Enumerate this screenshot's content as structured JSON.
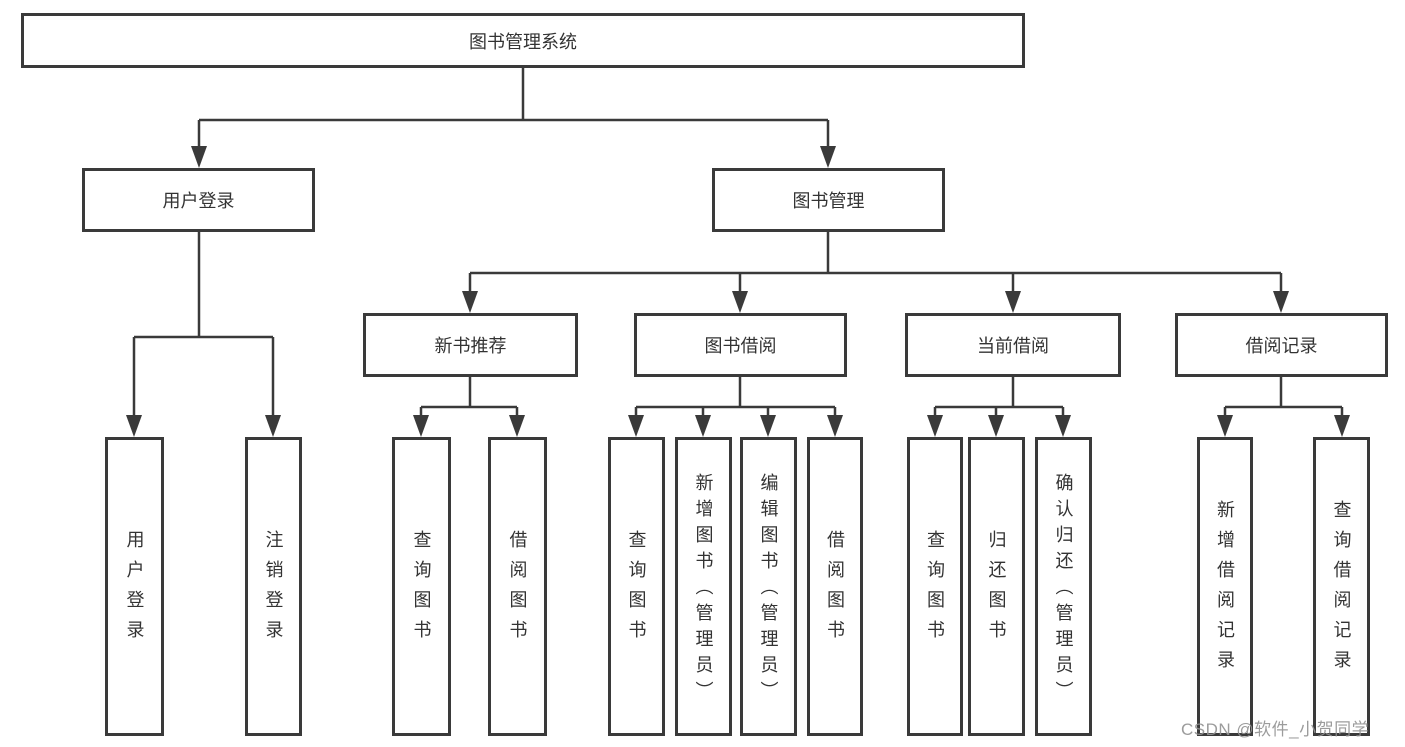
{
  "diagram": {
    "type": "tree",
    "title": "图书管理系统",
    "nodes": {
      "root": {
        "label": "图书管理系统"
      },
      "login": {
        "label": "用户登录"
      },
      "management": {
        "label": "图书管理"
      },
      "newbook": {
        "label": "新书推荐"
      },
      "borrow": {
        "label": "图书借阅"
      },
      "current": {
        "label": "当前借阅"
      },
      "records": {
        "label": "借阅记录"
      },
      "login_user": {
        "label": "用户登录"
      },
      "login_logout": {
        "label": "注销登录"
      },
      "nb_query": {
        "label": "查询图书"
      },
      "nb_borrow": {
        "label": "借阅图书"
      },
      "bb_query": {
        "label": "查询图书"
      },
      "bb_add": {
        "label": "新增图书（管理员）"
      },
      "bb_edit": {
        "label": "编辑图书（管理员）"
      },
      "bb_borrow": {
        "label": "借阅图书"
      },
      "cb_query": {
        "label": "查询图书"
      },
      "cb_return": {
        "label": "归还图书"
      },
      "cb_confirm": {
        "label": "确认归还（管理员）"
      },
      "br_add": {
        "label": "新增借阅记录"
      },
      "br_query": {
        "label": "查询借阅记录"
      }
    },
    "hierarchy": {
      "root": [
        "login",
        "management"
      ],
      "login": [
        "login_user",
        "login_logout"
      ],
      "management": [
        "newbook",
        "borrow",
        "current",
        "records"
      ],
      "newbook": [
        "nb_query",
        "nb_borrow"
      ],
      "borrow": [
        "bb_query",
        "bb_add",
        "bb_edit",
        "bb_borrow"
      ],
      "current": [
        "cb_query",
        "cb_return",
        "cb_confirm"
      ],
      "records": [
        "br_add",
        "br_query"
      ]
    }
  },
  "watermark": {
    "text": "CSDN @软件_小贺同学"
  },
  "colors": {
    "line": "#3a3a3a",
    "box_border": "#3a3a3a",
    "text": "#333333",
    "background": "#ffffff",
    "watermark": "#949494"
  }
}
